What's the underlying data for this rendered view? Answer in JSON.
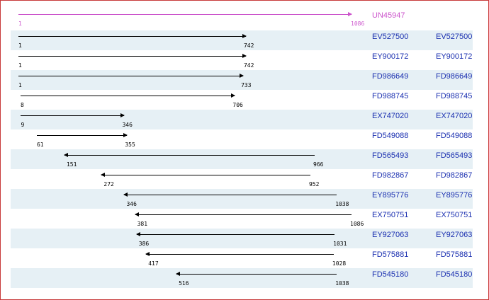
{
  "colors": {
    "border": "#c83a3a",
    "row_shade": "#e6f0f5",
    "query": "#cc55cc",
    "line": "#000000",
    "link": "#1a2fb0"
  },
  "query": {
    "accession": "UN45947",
    "start": "1",
    "end": "1086"
  },
  "hits": [
    {
      "start": "1",
      "end": "742",
      "strand": "forward",
      "accession": "EV527500",
      "accession_right": "EV527500"
    },
    {
      "start": "1",
      "end": "742",
      "strand": "forward",
      "accession": "EY900172",
      "accession_right": "EY900172"
    },
    {
      "start": "1",
      "end": "733",
      "strand": "forward",
      "accession": "FD986649",
      "accession_right": "FD986649"
    },
    {
      "start": "8",
      "end": "706",
      "strand": "forward",
      "accession": "FD988745",
      "accession_right": "FD988745"
    },
    {
      "start": "9",
      "end": "346",
      "strand": "forward",
      "accession": "EX747020",
      "accession_right": "EX747020"
    },
    {
      "start": "61",
      "end": "355",
      "strand": "forward",
      "accession": "FD549088",
      "accession_right": "FD549088"
    },
    {
      "start": "151",
      "end": "966",
      "strand": "reverse",
      "accession": "FD565493",
      "accession_right": "FD565493"
    },
    {
      "start": "272",
      "end": "952",
      "strand": "reverse",
      "accession": "FD982867",
      "accession_right": "FD982867"
    },
    {
      "start": "346",
      "end": "1038",
      "strand": "reverse",
      "accession": "EY895776",
      "accession_right": "EY895776"
    },
    {
      "start": "381",
      "end": "1086",
      "strand": "reverse",
      "accession": "EX750751",
      "accession_right": "EX750751"
    },
    {
      "start": "386",
      "end": "1031",
      "strand": "reverse",
      "accession": "EY927063",
      "accession_right": "EY927063"
    },
    {
      "start": "417",
      "end": "1028",
      "strand": "reverse",
      "accession": "FD575881",
      "accession_right": "FD575881"
    },
    {
      "start": "516",
      "end": "1038",
      "strand": "reverse",
      "accession": "FD545180",
      "accession_right": "FD545180"
    }
  ]
}
